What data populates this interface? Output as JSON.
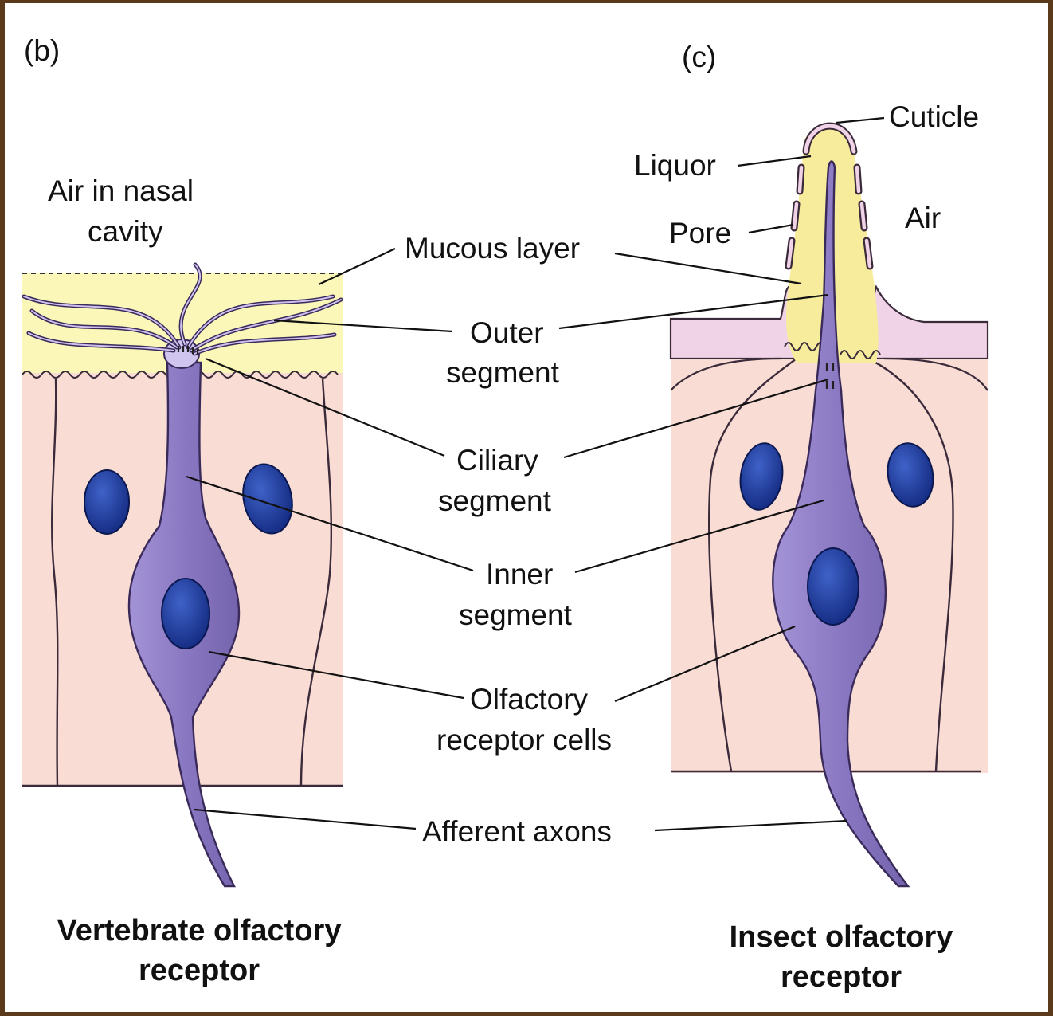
{
  "panels": {
    "b": {
      "letter": "(b)",
      "title_line1": "Vertebrate olfactory",
      "title_line2": "receptor",
      "air_line1": "Air in nasal",
      "air_line2": "cavity"
    },
    "c": {
      "letter": "(c)",
      "title_line1": "Insect olfactory",
      "title_line2": "receptor",
      "cuticle": "Cuticle",
      "liquor": "Liquor",
      "pore": "Pore",
      "air": "Air"
    }
  },
  "shared_labels": {
    "mucous_layer": "Mucous layer",
    "outer_line1": "Outer",
    "outer_line2": "segment",
    "ciliary_line1": "Ciliary",
    "ciliary_line2": "segment",
    "inner_line1": "Inner",
    "inner_line2": "segment",
    "olfactory_line1": "Olfactory",
    "olfactory_line2": "receptor cells",
    "afferent": "Afferent axons"
  },
  "colors": {
    "mucus": "#fbf7b8",
    "tissue": "#f9dcd4",
    "insect_tissue": "#f0d3e6",
    "receptor_cell": "#8e7ec4",
    "nucleus": "#1f3a9a",
    "liquor": "#f6ec9c"
  }
}
